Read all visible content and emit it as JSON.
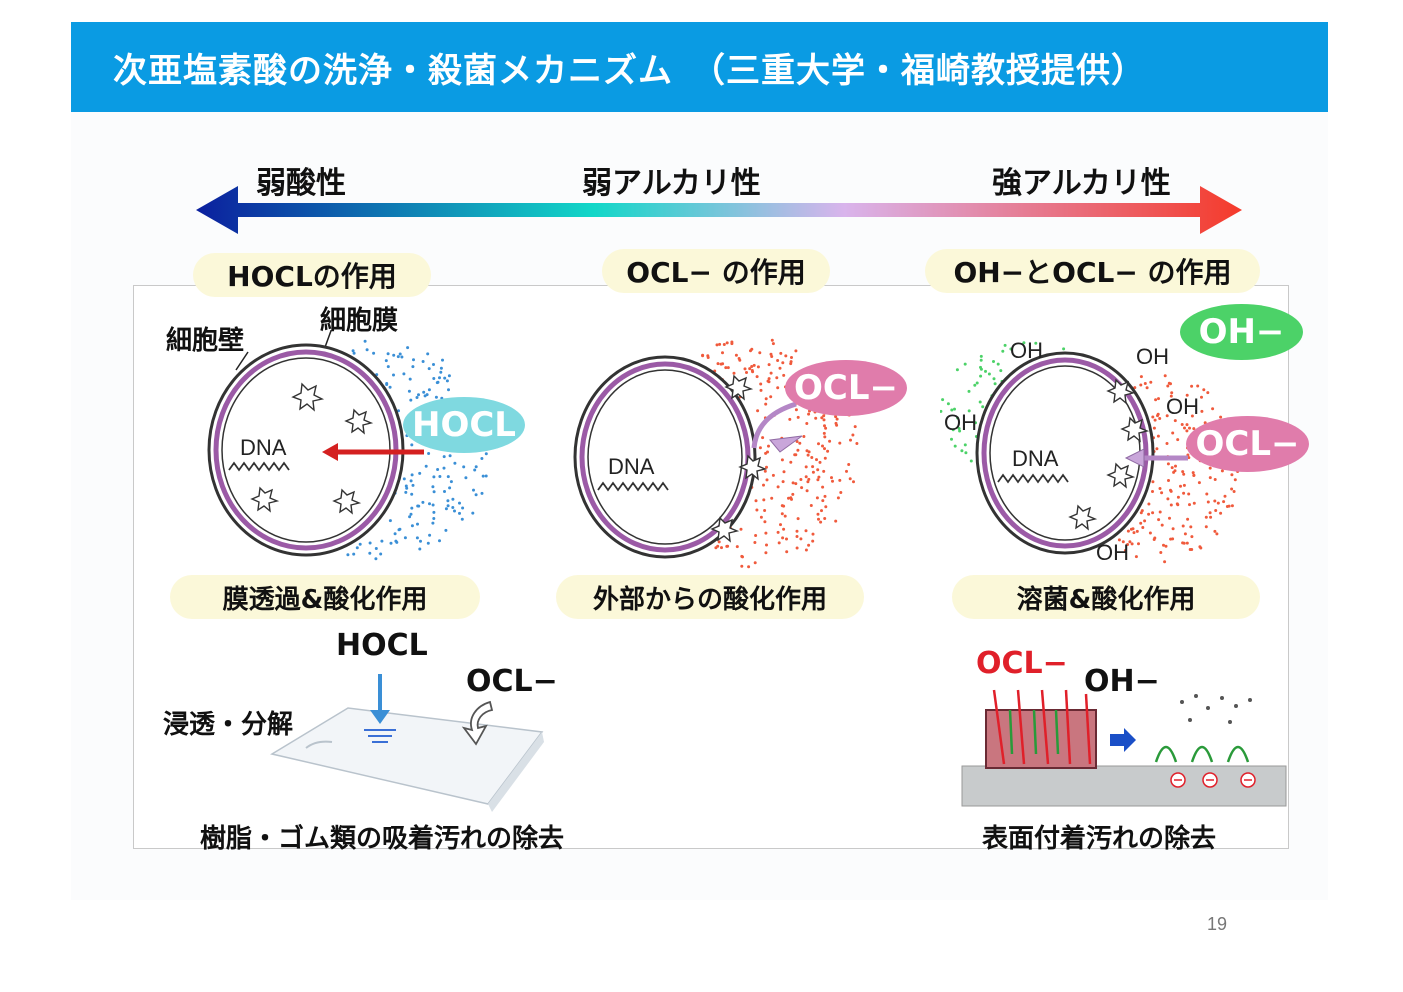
{
  "title": "次亜塩素酸の洗浄・殺菌メカニズム　（三重大学・福崎教授提供）",
  "scale": {
    "left": "弱酸性",
    "middle": "弱アルカリ性",
    "right": "強アルカリ性",
    "gradient_colors": [
      "#0b1f9e",
      "#12d7c8",
      "#d9b4ec",
      "#f53a2a"
    ]
  },
  "panels": [
    {
      "header": "HOCLの作用",
      "cell_wall_label": "細胞壁",
      "cell_membrane_label": "細胞膜",
      "dna_label": "DNA",
      "agent_bubble": "HOCL",
      "bubble_color": "#7fd9e0",
      "dot_color": "#3a8fd6",
      "footer": "膜透過&酸化作用"
    },
    {
      "header": "OCL− の作用",
      "dna_label": "DNA",
      "agent_bubble": "OCL−",
      "bubble_color": "#e07cab",
      "dot_color": "#f05a3c",
      "footer": "外部からの酸化作用"
    },
    {
      "header": "OH−とOCL− の作用",
      "dna_label": "DNA",
      "oh_small_labels": [
        "OH",
        "OH",
        "OH",
        "OH",
        "OH"
      ],
      "bubble_oh": "OH−",
      "bubble_oh_color": "#4cd268",
      "bubble_ocl": "OCL−",
      "bubble_ocl_color": "#e07cab",
      "footer": "溶菌&酸化作用"
    }
  ],
  "bottom_left": {
    "hocl_label": "HOCL",
    "ocl_label": "OCL−",
    "side_label": "浸透・分解",
    "caption": "樹脂・ゴム類の吸着汚れの除去"
  },
  "bottom_right": {
    "ocl_label": "OCL−",
    "oh_label": "OH−",
    "caption": "表面付着汚れの除去"
  },
  "page_number": "19"
}
